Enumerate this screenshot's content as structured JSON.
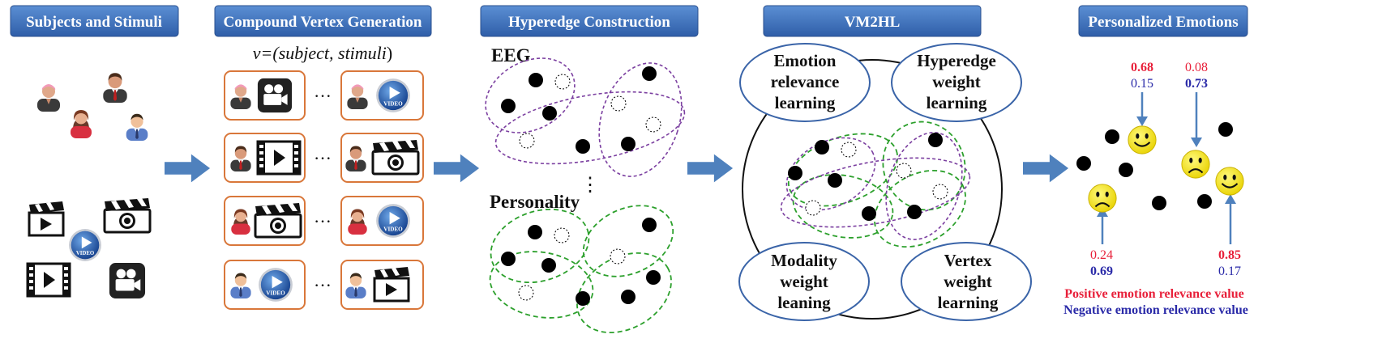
{
  "headers": [
    {
      "id": "subjects",
      "label": "Subjects and Stimuli"
    },
    {
      "id": "compound",
      "label": "Compound Vertex Generation"
    },
    {
      "id": "hyperedge",
      "label": "Hyperedge Construction"
    },
    {
      "id": "vm2hl",
      "label": "VM2HL"
    },
    {
      "id": "emotions",
      "label": "Personalized Emotions"
    }
  ],
  "compound": {
    "formula_prefix": "v=(",
    "formula_vars": "subject, stimuli",
    "formula_suffix": ")",
    "ellipsis": "···"
  },
  "hyperedge": {
    "eeg_label": "EEG",
    "personality_label": "Personality",
    "vdots": "⋮"
  },
  "vm2hl": {
    "emotion_relevance": [
      "Emotion",
      "relevance",
      "learning"
    ],
    "hyperedge_weight": [
      "Hyperedge",
      "weight",
      "learning"
    ],
    "modality_weight": [
      "Modality",
      "weight",
      "leaning"
    ],
    "vertex_weight": [
      "Vertex",
      "weight",
      "learning"
    ]
  },
  "emotions": {
    "values": [
      {
        "positive": "0.68",
        "negative": "0.15",
        "emphasis": "positive"
      },
      {
        "positive": "0.08",
        "negative": "0.73",
        "emphasis": "negative"
      },
      {
        "positive": "0.24",
        "negative": "0.69",
        "emphasis": "negative"
      },
      {
        "positive": "0.85",
        "negative": "0.17",
        "emphasis": "positive"
      }
    ],
    "legend_positive": "Positive emotion relevance value",
    "legend_negative": "Negative emotion relevance value"
  },
  "colors": {
    "header_fill": "#3c6cb4",
    "header_text": "#ffffff",
    "arrow": "#4f81bd",
    "card_border": "#d9773a",
    "eeg_edge": "#7b3fa0",
    "personality_edge": "#2ca02c",
    "ellipse_border": "#3a64a8",
    "positive": "#e8203a",
    "negative": "#2a2aa8",
    "smiley": "#f7e90f"
  },
  "icons": {
    "person": "person-icon",
    "video": "video-badge-icon",
    "clapper": "clapperboard-icon",
    "camera": "movie-camera-icon",
    "play": "film-play-icon",
    "arrow": "right-arrow-icon",
    "smiley": "smiley-icon"
  }
}
